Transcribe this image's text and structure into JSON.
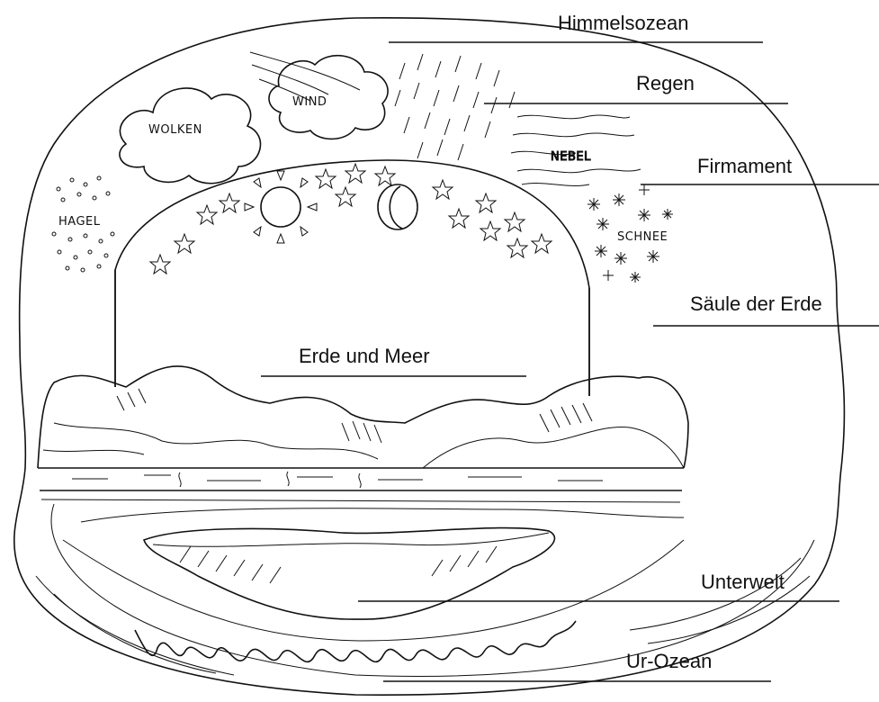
{
  "labels": {
    "himmelsozean": "Himmelsozean",
    "regen": "Regen",
    "firmament": "Firmament",
    "saeule": "Säule der Erde",
    "erde_meer": "Erde und Meer",
    "unterwelt": "Unterwelt",
    "urozean": "Ur-Ozean"
  },
  "drawing_text": {
    "wolken": "WOLKEN",
    "wind": "WIND",
    "nebel": "NEBEL",
    "hagel": "HAGEL",
    "schnee": "SCHNEE"
  }
}
